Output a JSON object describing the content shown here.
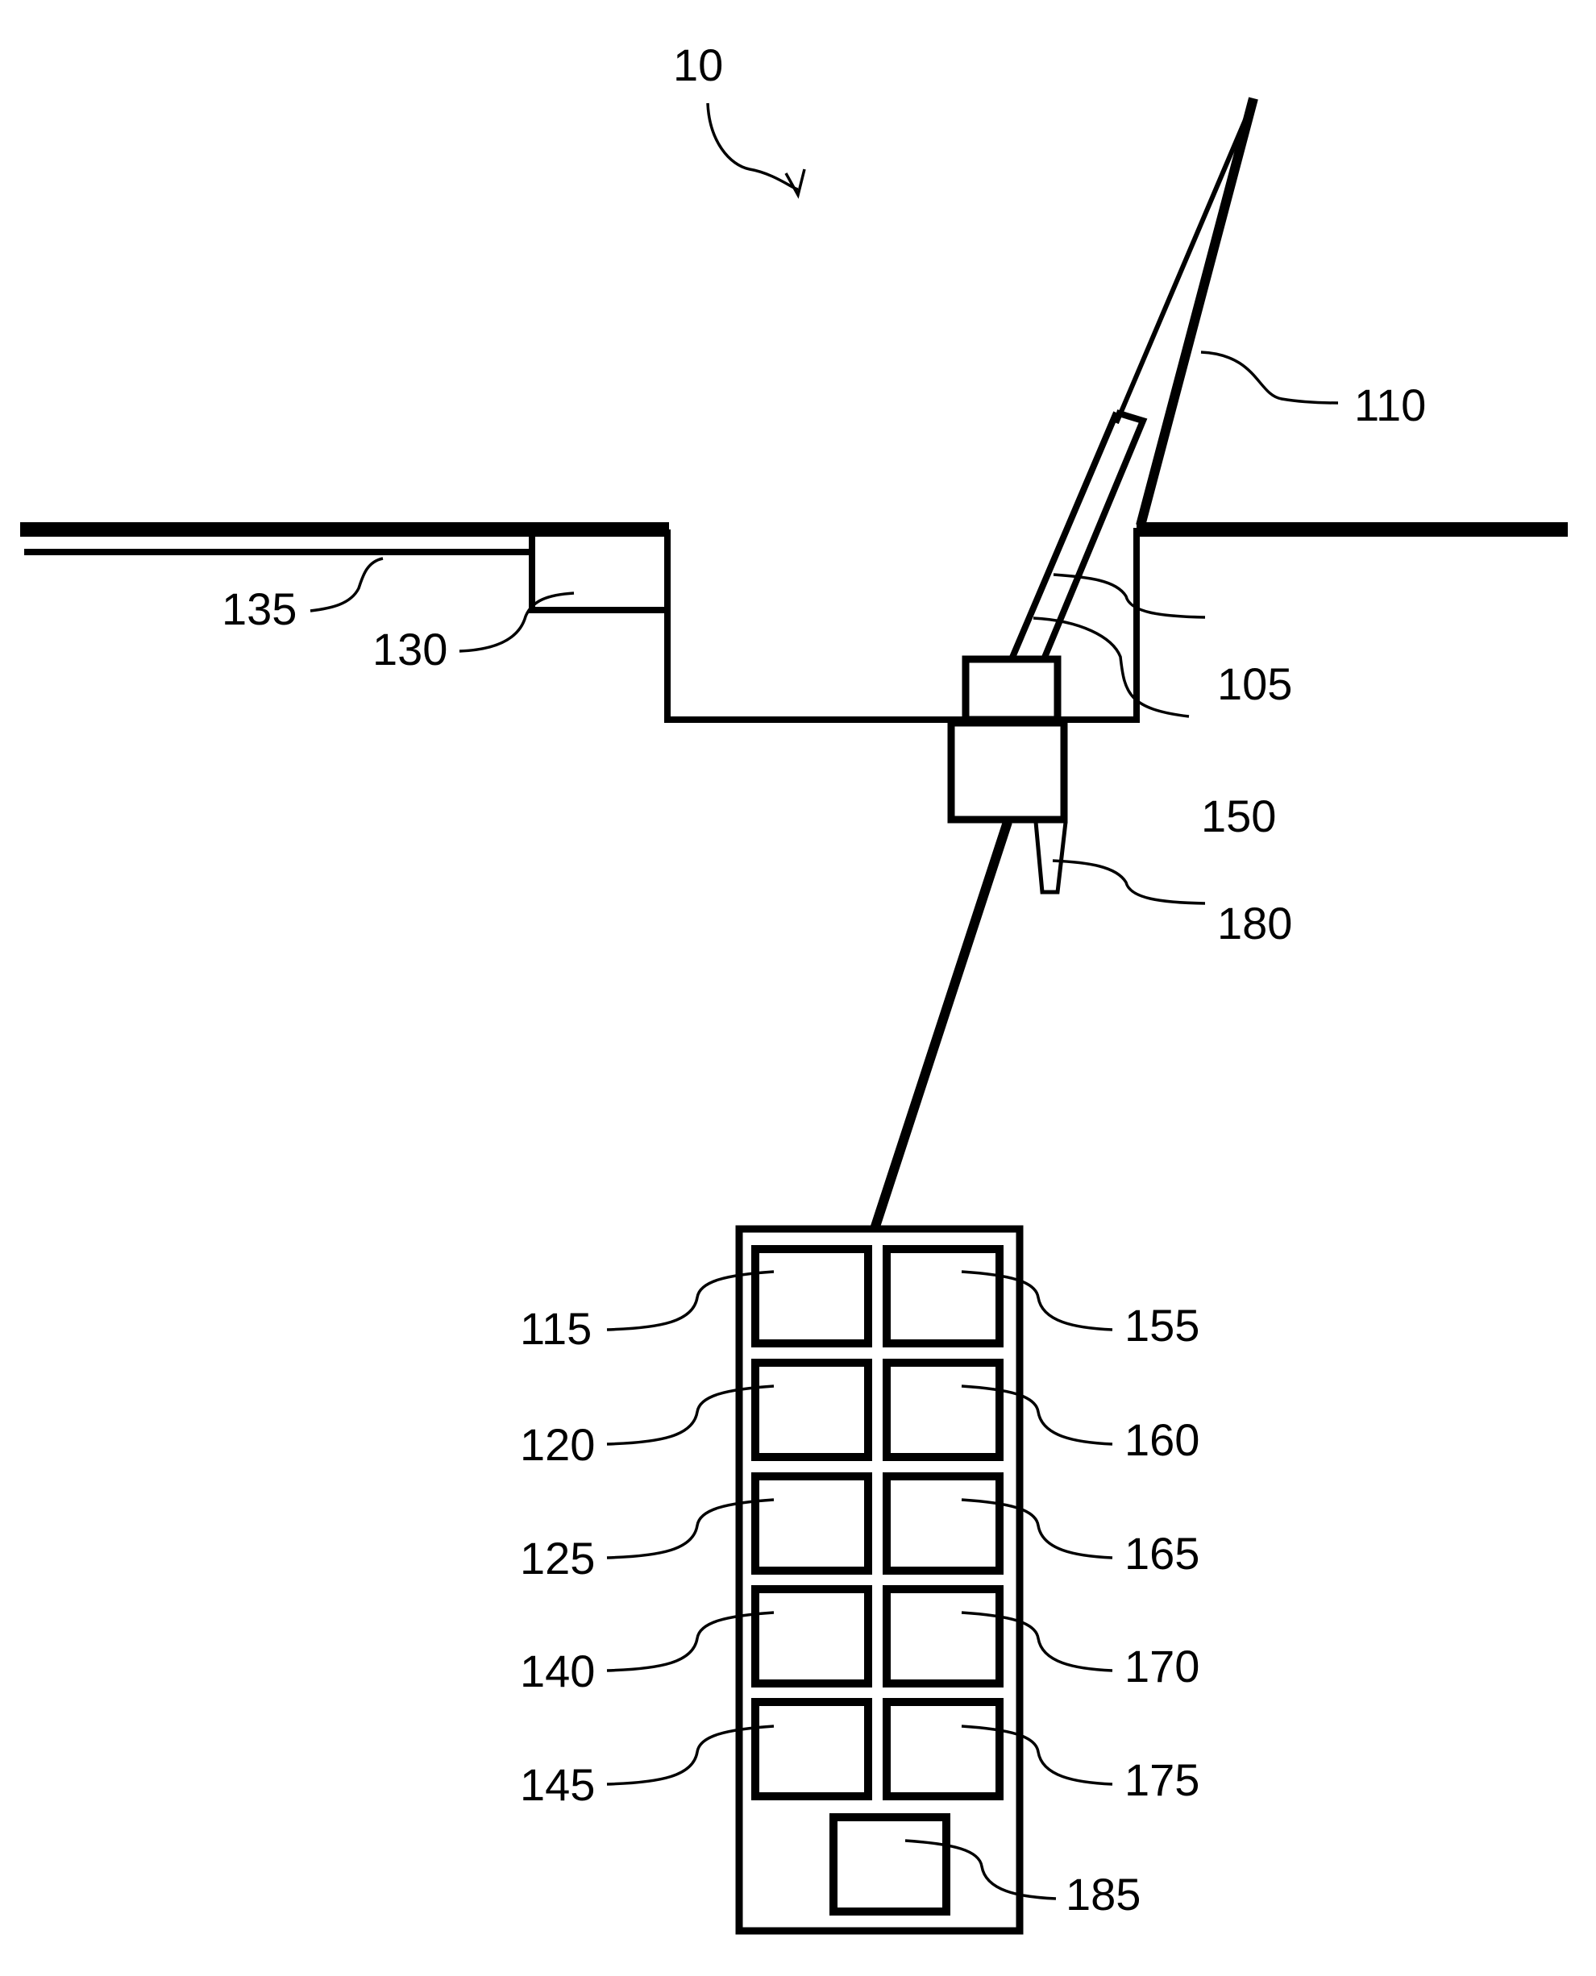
{
  "figure": {
    "ref_system": "10",
    "colors": {
      "ink": "#000000",
      "background": "#ffffff"
    },
    "labels": {
      "mast": "110",
      "boom": "105",
      "head": "150",
      "nozzle": "180",
      "wall_unit": "130",
      "conduit": "135",
      "module_left_1": "115",
      "module_left_2": "120",
      "module_left_3": "125",
      "module_left_4": "140",
      "module_left_5": "145",
      "module_right_1": "155",
      "module_right_2": "160",
      "module_right_3": "165",
      "module_right_4": "170",
      "module_right_5": "175",
      "module_bottom": "185"
    }
  }
}
